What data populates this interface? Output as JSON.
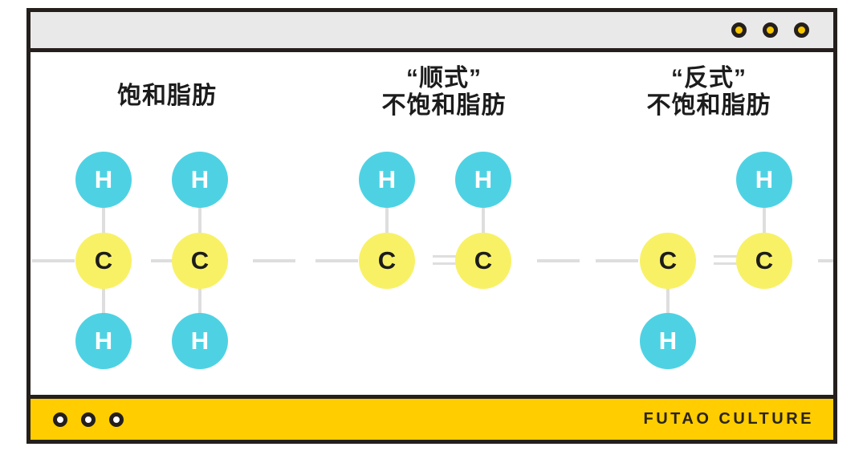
{
  "window": {
    "titlebar": {
      "dots": [
        "dot-yellow-1",
        "dot-yellow-2",
        "dot-yellow-3"
      ]
    }
  },
  "panels": [
    {
      "id": "saturated",
      "title": "饱和脂肪",
      "molecule": {
        "type": "saturated",
        "bond_between_carbons": "single",
        "atoms": [
          {
            "label": "H",
            "element": "hydrogen",
            "position": "top-left"
          },
          {
            "label": "H",
            "element": "hydrogen",
            "position": "top-right"
          },
          {
            "label": "C",
            "element": "carbon",
            "position": "center-left"
          },
          {
            "label": "C",
            "element": "carbon",
            "position": "center-right"
          },
          {
            "label": "H",
            "element": "hydrogen",
            "position": "bottom-left"
          },
          {
            "label": "H",
            "element": "hydrogen",
            "position": "bottom-right"
          }
        ]
      }
    },
    {
      "id": "cis",
      "title": "“顺式”\n不饱和脂肪",
      "molecule": {
        "type": "cis-unsaturated",
        "bond_between_carbons": "double",
        "atoms": [
          {
            "label": "H",
            "element": "hydrogen",
            "position": "top-left"
          },
          {
            "label": "H",
            "element": "hydrogen",
            "position": "top-right"
          },
          {
            "label": "C",
            "element": "carbon",
            "position": "center-left"
          },
          {
            "label": "C",
            "element": "carbon",
            "position": "center-right"
          }
        ]
      }
    },
    {
      "id": "trans",
      "title": "“反式”\n不饱和脂肪",
      "molecule": {
        "type": "trans-unsaturated",
        "bond_between_carbons": "double",
        "atoms": [
          {
            "label": "H",
            "element": "hydrogen",
            "position": "top-right"
          },
          {
            "label": "C",
            "element": "carbon",
            "position": "center-left"
          },
          {
            "label": "C",
            "element": "carbon",
            "position": "center-right"
          },
          {
            "label": "H",
            "element": "hydrogen",
            "position": "bottom-left"
          }
        ]
      }
    }
  ],
  "footer": {
    "brand": "FUTAO CULTURE",
    "dots": [
      "dot-white-1",
      "dot-white-2",
      "dot-white-3"
    ]
  },
  "colors": {
    "frame": "#241f1c",
    "titlebar_bg": "#e9e9e9",
    "titlebar_dot": "#f7c600",
    "hydrogen": "#4ed2e3",
    "carbon": "#f8f166",
    "bond": "#dedede",
    "footer_bg": "#ffcd00",
    "footer_text": "#2b2416",
    "canvas_bg": "#ffffff"
  }
}
